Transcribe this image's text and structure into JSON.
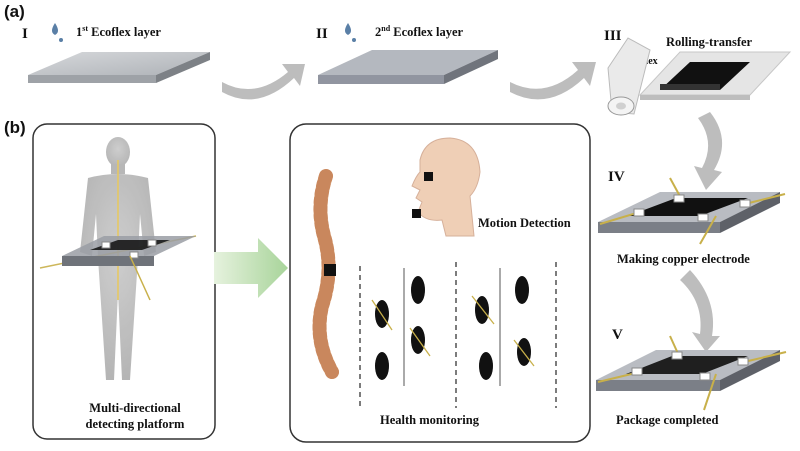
{
  "panel_a": {
    "tag": "(a)",
    "steps": [
      {
        "roman": "I",
        "label_base": "1",
        "label_sup": "st",
        "label_rest": " Ecoflex layer"
      },
      {
        "roman": "II",
        "label_base": "2",
        "label_sup": "nd",
        "label_rest": " Ecoflex layer"
      },
      {
        "roman": "III",
        "label": "Rolling-transfer",
        "sub_label": "Ecoflex"
      },
      {
        "roman": "IV",
        "label": "Making copper electrode"
      },
      {
        "roman": "V",
        "label": "Package completed"
      }
    ]
  },
  "panel_b": {
    "tag": "(b)",
    "left_box_caption_1": "Multi-directional",
    "left_box_caption_2": "detecting platform",
    "center_motion": "Motion Detection",
    "center_health": "Health monitoring"
  },
  "colors": {
    "slab_top": "#c9ccd0",
    "slab_side": "#8e9297",
    "black_film": "#111111",
    "arrow_gray": "#b8b8b8",
    "arrow_green": "#b9dcae",
    "wire_gold": "#c8b04a",
    "spine": "#d9a27a"
  }
}
